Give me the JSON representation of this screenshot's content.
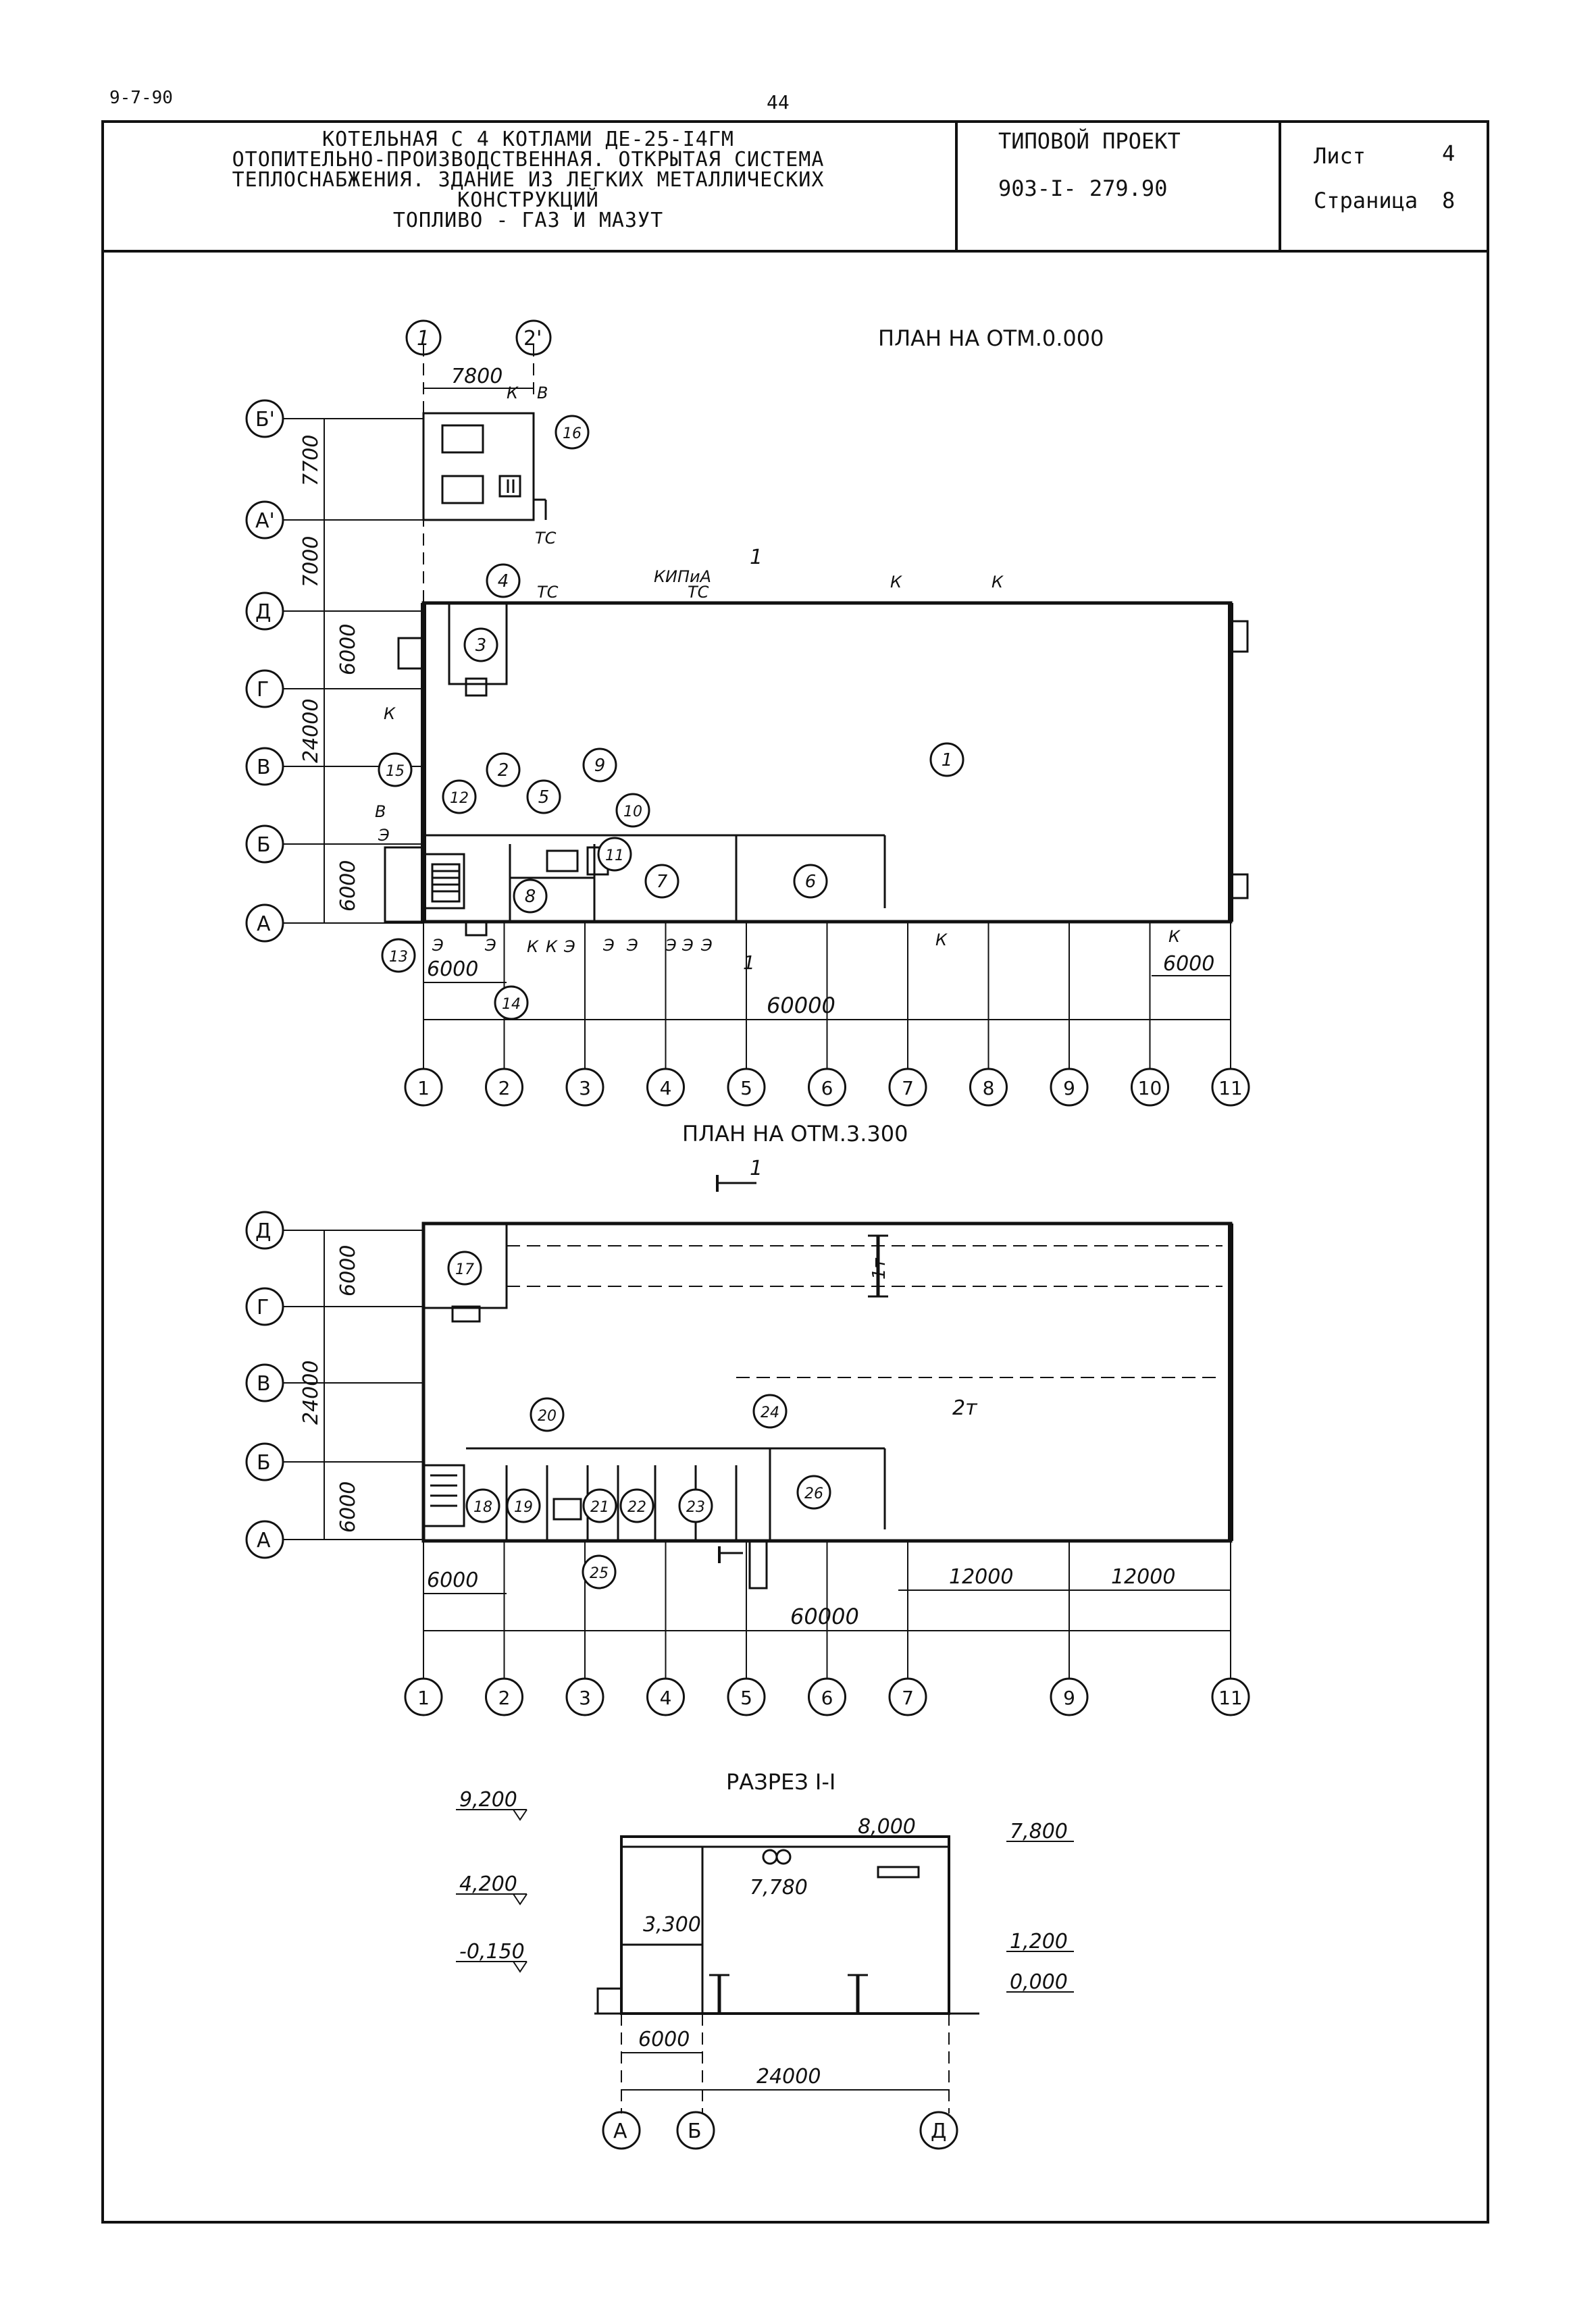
{
  "header": {
    "doc_code": "9-7-90",
    "page_number": "44"
  },
  "title_block": {
    "title_lines": [
      "КОТЕЛЬНАЯ С 4 КОТЛАМИ ДЕ-25-I4ГМ",
      "ОТОПИТЕЛЬНО-ПРОИЗВОДСТВЕННАЯ. ОТКРЫТАЯ СИСТЕМА",
      "ТЕПЛОСНАБЖЕНИЯ. ЗДАНИЕ ИЗ ЛЕГКИХ МЕТАЛЛИЧЕСКИХ",
      "КОНСТРУКЦИЙ",
      "ТОПЛИВО - ГАЗ И МАЗУТ"
    ],
    "project_label": "ТИПОВОЙ ПРОЕКТ",
    "project_number": "903-I- 279.90",
    "sheet_label": "Лист",
    "sheet_value": "4",
    "page_label": "Страница",
    "page_value": "8"
  },
  "plan1": {
    "title": "ПЛАН НА ОТМ.0.000",
    "bottom_axes": [
      "1",
      "2",
      "3",
      "4",
      "5",
      "6",
      "7",
      "8",
      "9",
      "10",
      "11"
    ],
    "left_axes": [
      "Б'",
      "А'",
      "Д",
      "Г",
      "В",
      "Б",
      "А"
    ],
    "top_axes": [
      "1",
      "2'"
    ],
    "dims": {
      "annex_width": "7800",
      "annex_height": "7700",
      "gap": "7000",
      "dg": "6000",
      "total_height": "24000",
      "ab": "6000",
      "bay_12": "6000",
      "bay_1011": "6000",
      "total_length": "60000"
    },
    "rooms": [
      "1",
      "2",
      "3",
      "4",
      "5",
      "6",
      "7",
      "8",
      "9",
      "10",
      "11",
      "12",
      "13",
      "14",
      "15",
      "16"
    ],
    "marks": {
      "k": "К",
      "v": "В",
      "e": "Э",
      "tc": "ТС",
      "kipia": "КИПиА",
      "section": "1"
    }
  },
  "plan2": {
    "title": "ПЛАН НА ОТМ.3.300",
    "bottom_axes": [
      "1",
      "2",
      "3",
      "4",
      "5",
      "6",
      "7",
      "9",
      "11"
    ],
    "left_axes": [
      "Д",
      "Г",
      "В",
      "Б",
      "А"
    ],
    "dims": {
      "dg": "6000",
      "total_height": "24000",
      "ab": "6000",
      "bay_12": "6000",
      "bay_79": "12000",
      "bay_911": "12000",
      "total_length": "60000"
    },
    "rooms": [
      "17",
      "18",
      "19",
      "20",
      "21",
      "22",
      "23",
      "24",
      "25",
      "26"
    ],
    "crane1": "1т",
    "crane2": "2т",
    "section": "1"
  },
  "section": {
    "title": "РАЗРЕЗ I-I",
    "levels": {
      "l9200": "9,200",
      "l4200": "4,200",
      "lm150": "-0,150",
      "l3300": "3,300",
      "l8000": "8,000",
      "l7780": "7,780",
      "l7800": "7,800",
      "l1200": "1,200",
      "l0000": "0,000"
    },
    "dims": {
      "ab": "6000",
      "total": "24000"
    },
    "axes": [
      "А",
      "Б",
      "Д"
    ]
  }
}
